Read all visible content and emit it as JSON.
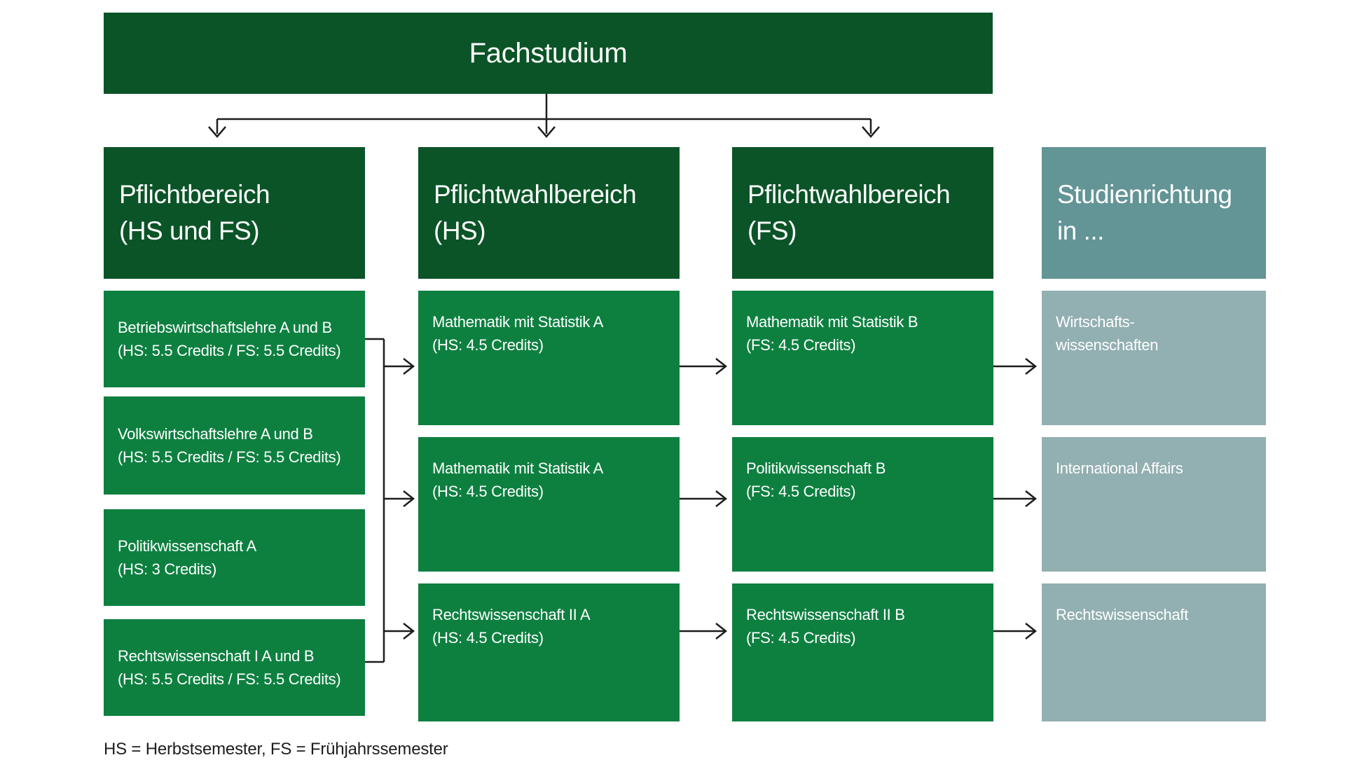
{
  "banner": {
    "label": "Fachstudium"
  },
  "columns": [
    {
      "header": {
        "line1": "Pflichtbereich",
        "line2": "(HS und FS)"
      },
      "boxes": [
        {
          "line1": "Betriebswirtschaftslehre A und B",
          "line2": "(HS: 5.5 Credits / FS: 5.5 Credits)"
        },
        {
          "line1": "Volkswirtschaftslehre A und B",
          "line2": "(HS: 5.5 Credits / FS: 5.5 Credits)"
        },
        {
          "line1": "Politikwissenschaft A",
          "line2": "(HS: 3 Credits)"
        },
        {
          "line1": "Rechtswissenschaft I A und B",
          "line2": "(HS: 5.5 Credits / FS: 5.5 Credits)"
        }
      ]
    },
    {
      "header": {
        "line1": "Pflichtwahlbereich",
        "line2": "(HS)"
      },
      "boxes": [
        {
          "line1": "Mathematik mit Statistik A",
          "line2": "(HS: 4.5 Credits)"
        },
        {
          "line1": "Mathematik mit Statistik A",
          "line2": "(HS: 4.5 Credits)"
        },
        {
          "line1": "Rechtswissenschaft II A",
          "line2": "(HS: 4.5 Credits)"
        }
      ]
    },
    {
      "header": {
        "line1": "Pflichtwahlbereich",
        "line2": "(FS)"
      },
      "boxes": [
        {
          "line1": "Mathematik mit Statistik B",
          "line2": "(FS: 4.5 Credits)"
        },
        {
          "line1": "Politikwissenschaft B",
          "line2": "(FS: 4.5 Credits)"
        },
        {
          "line1": "Rechtswissenschaft II B",
          "line2": "(FS: 4.5 Credits)"
        }
      ]
    },
    {
      "header": {
        "line1": "Studienrichtung",
        "line2": "in ..."
      },
      "boxes": [
        {
          "line1": "Wirtschafts-",
          "line2": "wissenschaften"
        },
        {
          "line1": "International Affairs",
          "line2": ""
        },
        {
          "line1": "Rechtswissenschaft",
          "line2": ""
        }
      ]
    }
  ],
  "footer": {
    "text": "HS = Herbstsemester, FS = Frühjahrssemester"
  },
  "colors": {
    "dark_green": "#0b5427",
    "body_green": "#0d8040",
    "teal_header": "#639496",
    "teal_body": "#92afb1",
    "line": "#1d1d1b",
    "text_on_green": "#ffffff",
    "footer_text": "#1d1d1b",
    "background": "#ffffff"
  }
}
